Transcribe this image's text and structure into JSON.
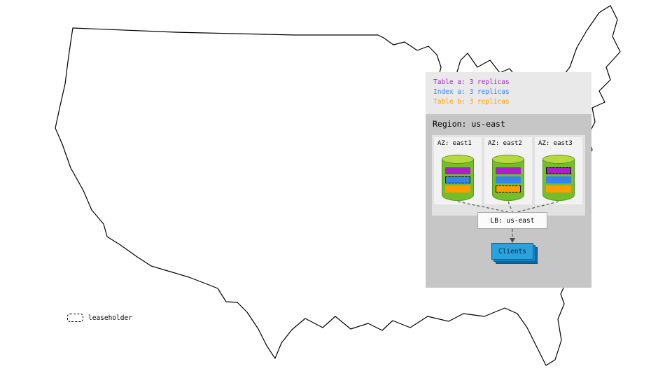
{
  "replica_legend": {
    "items": [
      {
        "id": "table-a",
        "label": "Table a: 3 replicas",
        "color": "#ab1ecb"
      },
      {
        "id": "index-a",
        "label": "Index a: 3 replicas",
        "color": "#3584ee"
      },
      {
        "id": "table-b",
        "label": "Table b: 3 replicas",
        "color": "#ff9c00"
      }
    ]
  },
  "region": {
    "title": "Region: us-east",
    "azs": [
      {
        "label": "AZ: east1",
        "replicas": [
          {
            "name": "table-a",
            "color": "#ab1ecb",
            "leaseholder": false
          },
          {
            "name": "index-a",
            "color": "#3584ee",
            "leaseholder": true
          },
          {
            "name": "table-b",
            "color": "#ff9c00",
            "leaseholder": false
          }
        ]
      },
      {
        "label": "AZ: east2",
        "replicas": [
          {
            "name": "table-a",
            "color": "#ab1ecb",
            "leaseholder": false
          },
          {
            "name": "index-a",
            "color": "#3584ee",
            "leaseholder": false
          },
          {
            "name": "table-b",
            "color": "#ff9c00",
            "leaseholder": true
          }
        ]
      },
      {
        "label": "AZ: east3",
        "replicas": [
          {
            "name": "table-a",
            "color": "#ab1ecb",
            "leaseholder": true
          },
          {
            "name": "index-a",
            "color": "#3584ee",
            "leaseholder": false
          },
          {
            "name": "table-b",
            "color": "#ff9c00",
            "leaseholder": false
          }
        ]
      }
    ],
    "load_balancer": {
      "label": "LB: us-east"
    },
    "clients": {
      "label": "Clients",
      "color": "#2ba2de"
    }
  },
  "cylinder": {
    "body_color": "#74bd2b",
    "top_color": "#b5d93f"
  },
  "leaseholder_legend": {
    "label": "leaseholder"
  }
}
